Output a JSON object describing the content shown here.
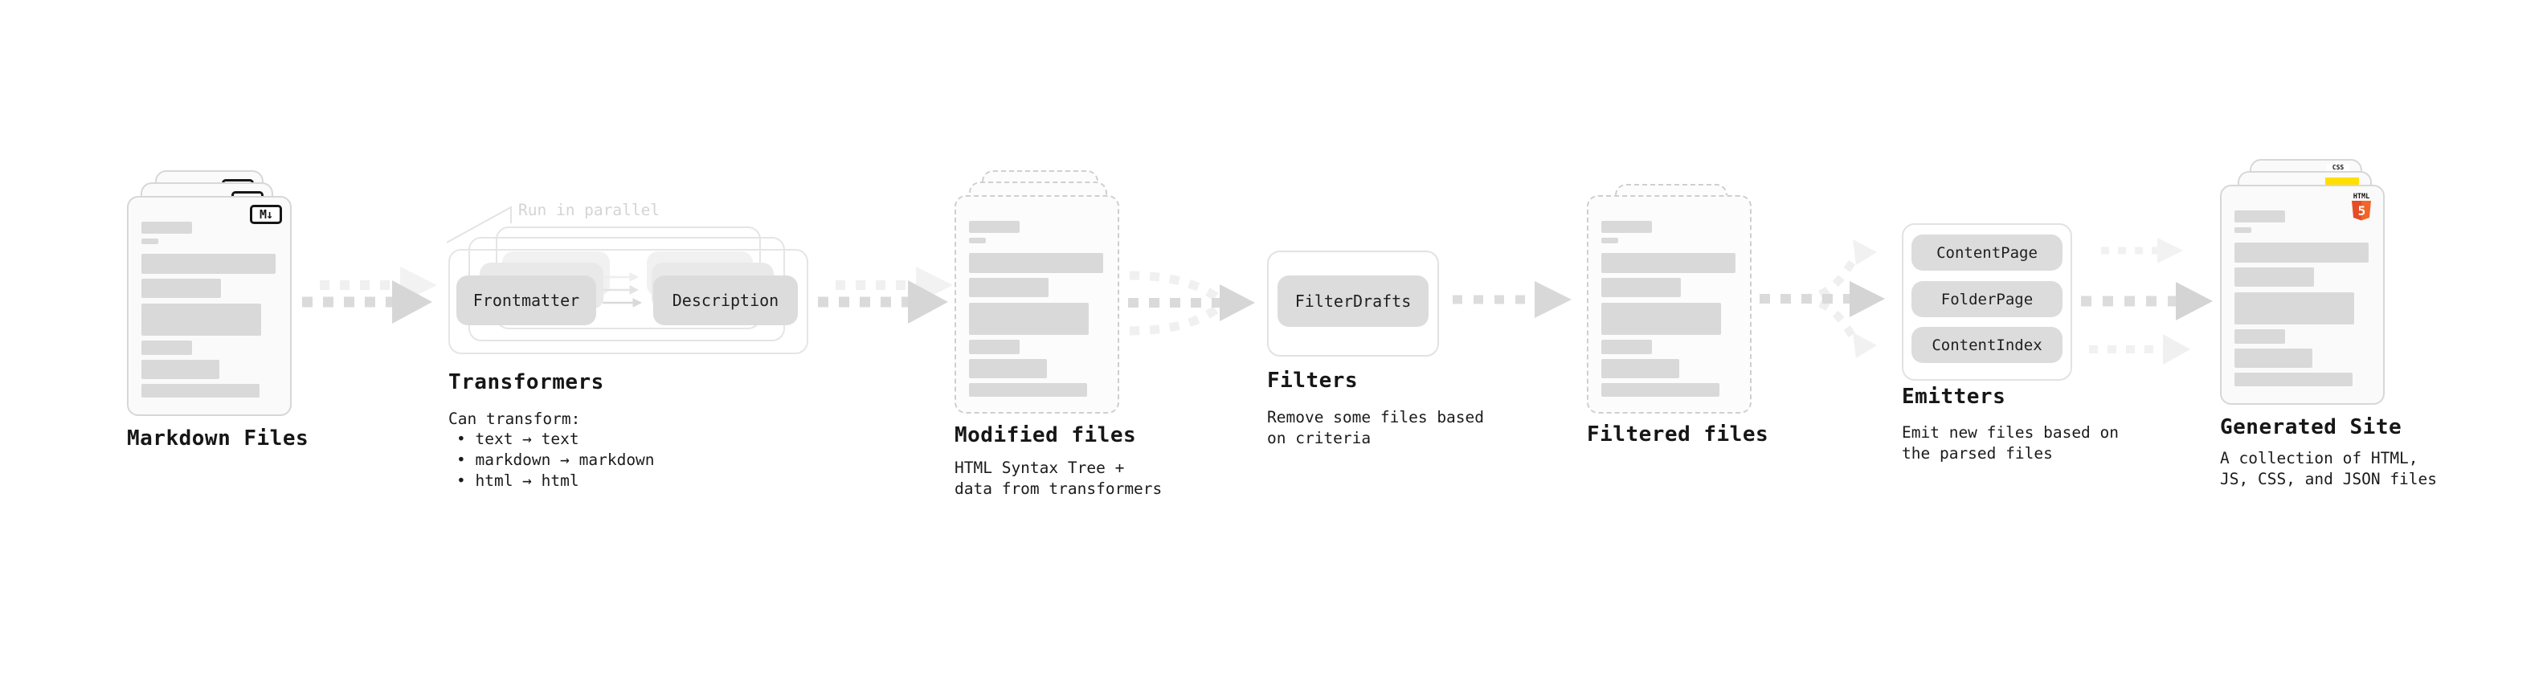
{
  "markdown": {
    "label": "Markdown Files",
    "badge": "M↓"
  },
  "transformers": {
    "annotation": "Run in parallel",
    "node_a": "Frontmatter",
    "node_b": "Description",
    "title": "Transformers",
    "subtitle": "Can transform:",
    "bullets": [
      "• text → text",
      "• markdown → markdown",
      "• html → html"
    ]
  },
  "modified": {
    "label": "Modified files",
    "subtitle": "HTML Syntax Tree +\ndata from transformers"
  },
  "filters": {
    "title": "Filters",
    "node": "FilterDrafts",
    "subtitle": "Remove some files based\non criteria"
  },
  "filtered": {
    "label": "Filtered files"
  },
  "emitters": {
    "title": "Emitters",
    "buttons": [
      "ContentPage",
      "FolderPage",
      "ContentIndex"
    ],
    "subtitle": "Emit new files based on\nthe parsed files"
  },
  "generated": {
    "label": "Generated Site",
    "subtitle": "A collection of HTML,\nJS, CSS, and JSON files",
    "css_badge": "CSS",
    "html_logo_text": "HTML",
    "html_logo_number": "5"
  },
  "colors": {
    "html_orange_dark": "#e44d26",
    "html_orange": "#f16529",
    "js_yellow": "#ffdf00",
    "css_blue": "#2965f1",
    "bar_gray": "#d9d9d9",
    "node_gray": "#dcdcdc",
    "card_border": "#d7d7d7",
    "dashed_border": "#cfcfcf",
    "text": "#1b1b1b",
    "muted": "#d4d4d4"
  }
}
